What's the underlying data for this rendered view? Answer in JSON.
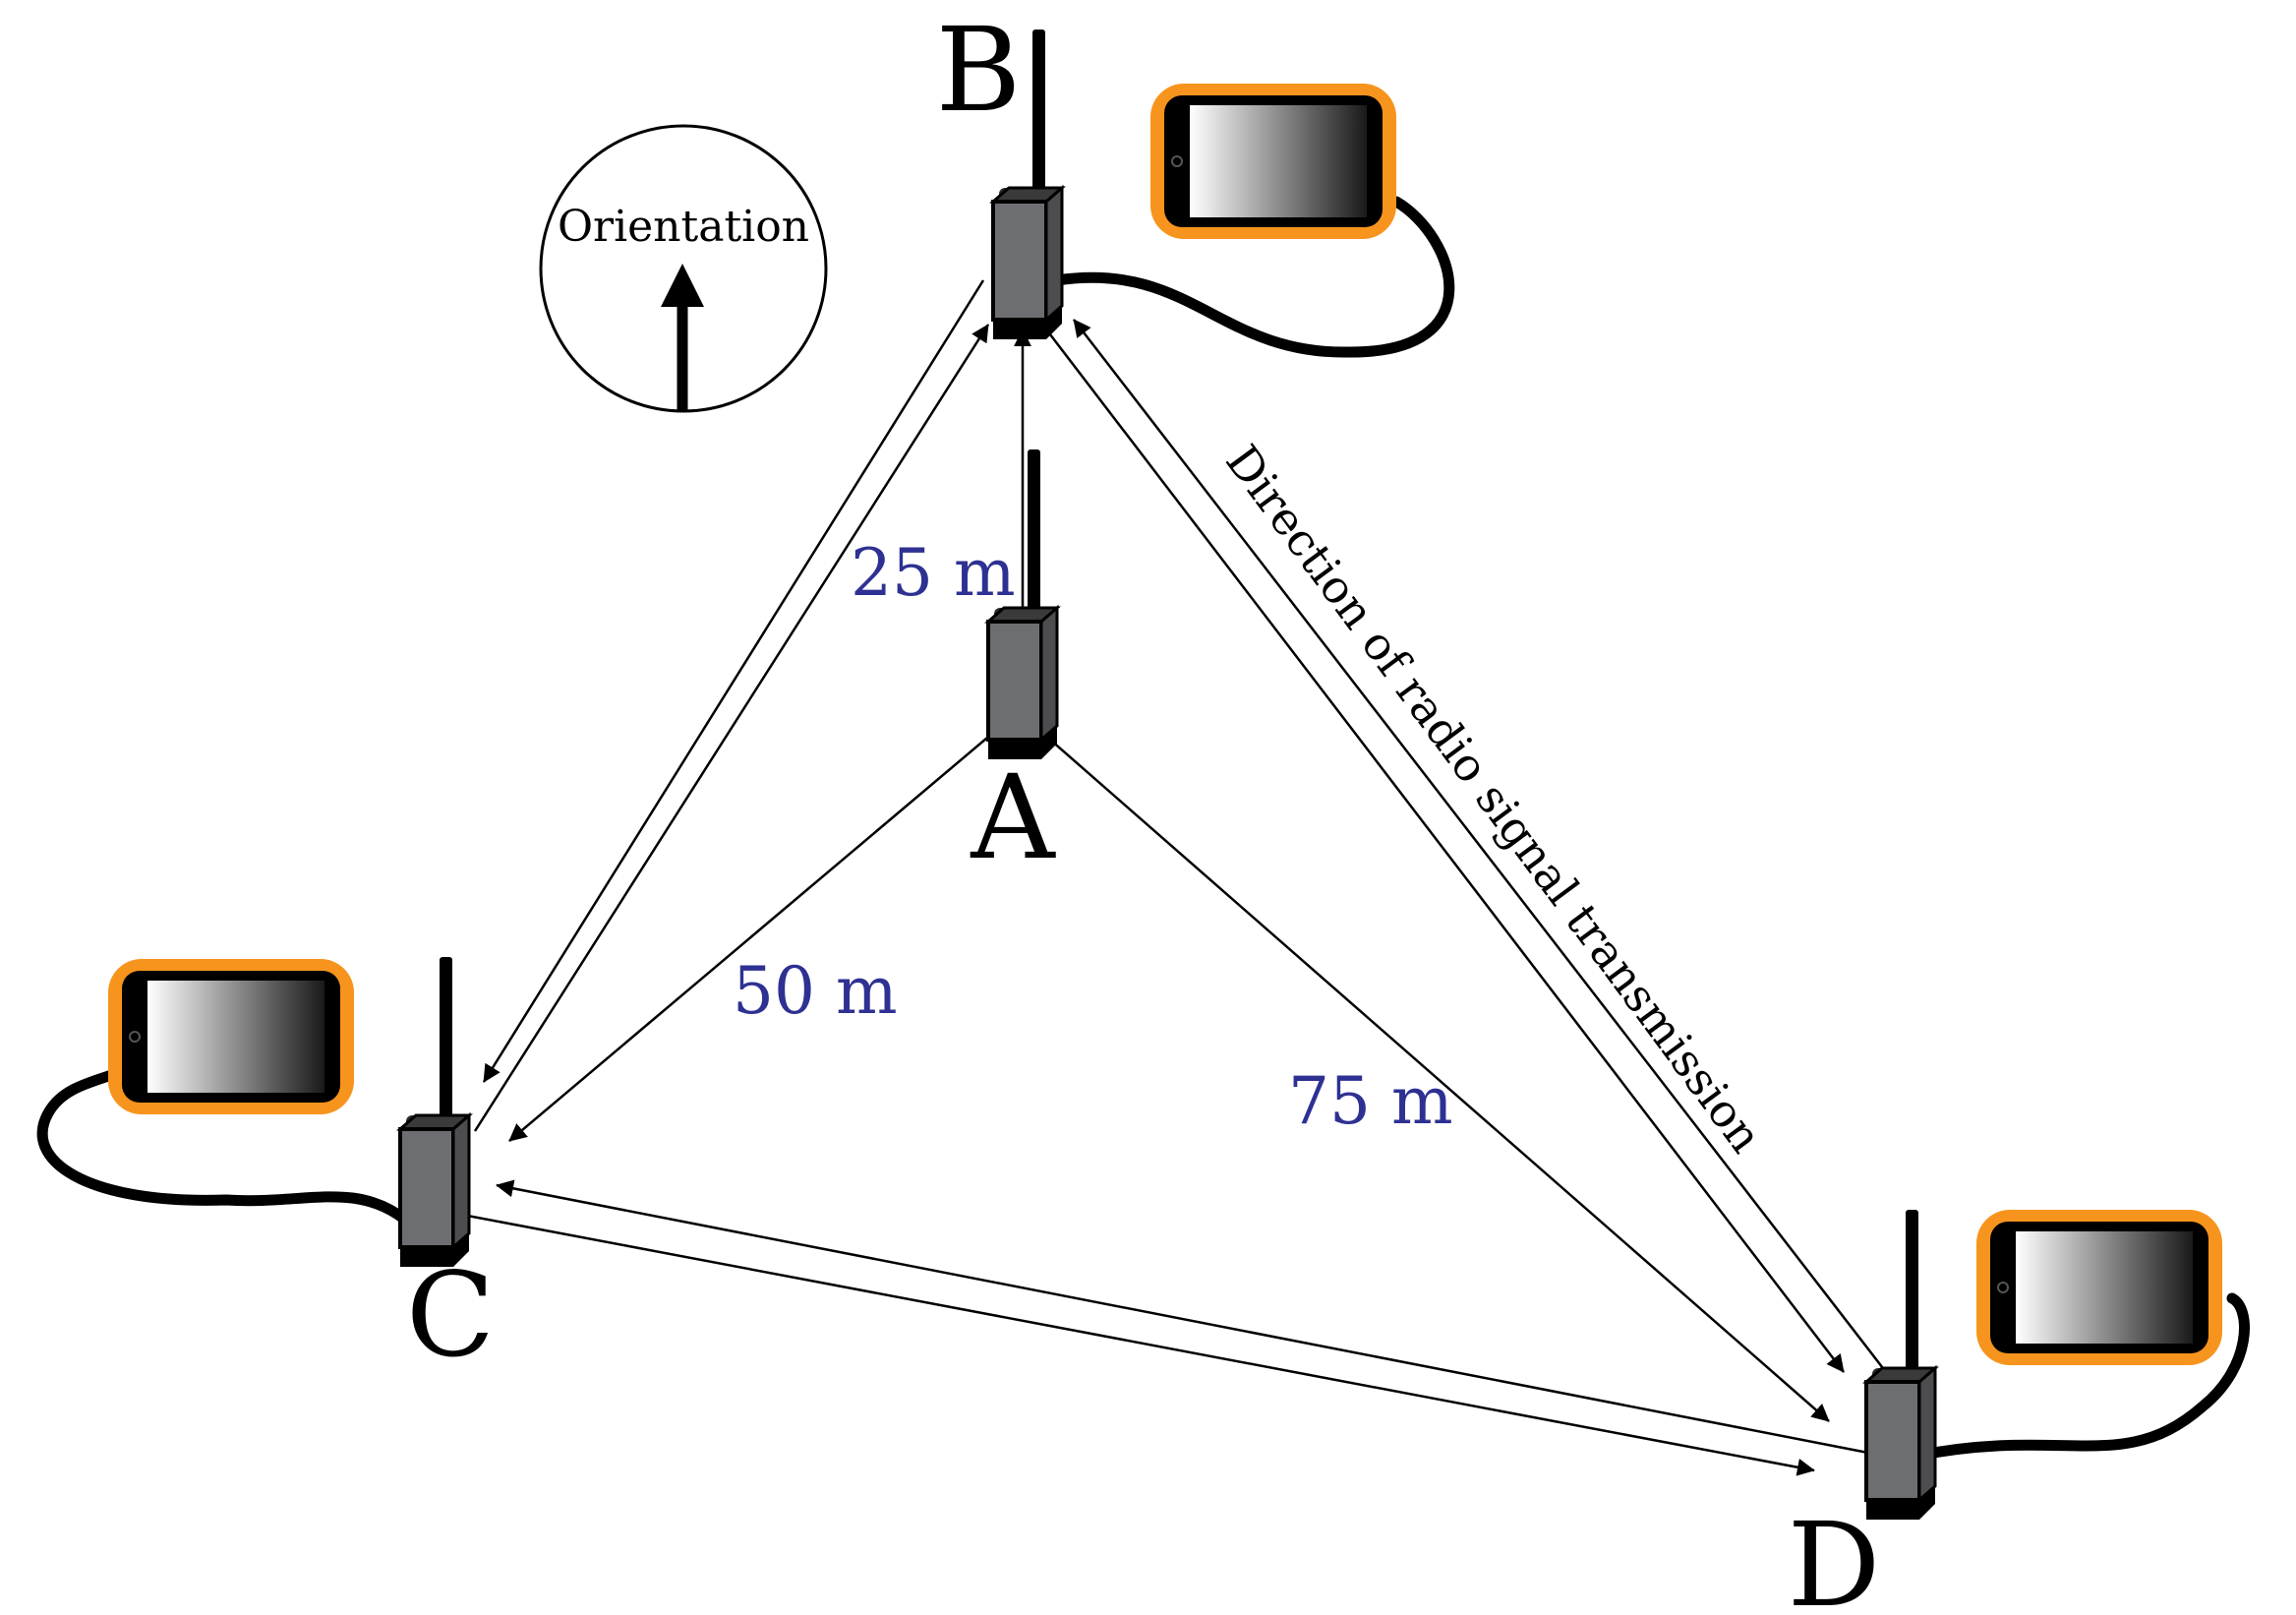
{
  "colors": {
    "distance": "#2e3192",
    "tablet_frame": "#f7941d",
    "radio_body": "#6d6e71",
    "line": "#000000"
  },
  "orientation": {
    "label": "Orientation"
  },
  "direction_label": "Direction of radio signal transmission",
  "nodes": {
    "A": {
      "label": "A"
    },
    "B": {
      "label": "B"
    },
    "C": {
      "label": "C"
    },
    "D": {
      "label": "D"
    }
  },
  "distances": {
    "ab": "25 m",
    "ac": "50 m",
    "ad": "75 m"
  },
  "icons": [
    "radio-transmitter-icon",
    "tablet-icon",
    "north-arrow-icon"
  ]
}
